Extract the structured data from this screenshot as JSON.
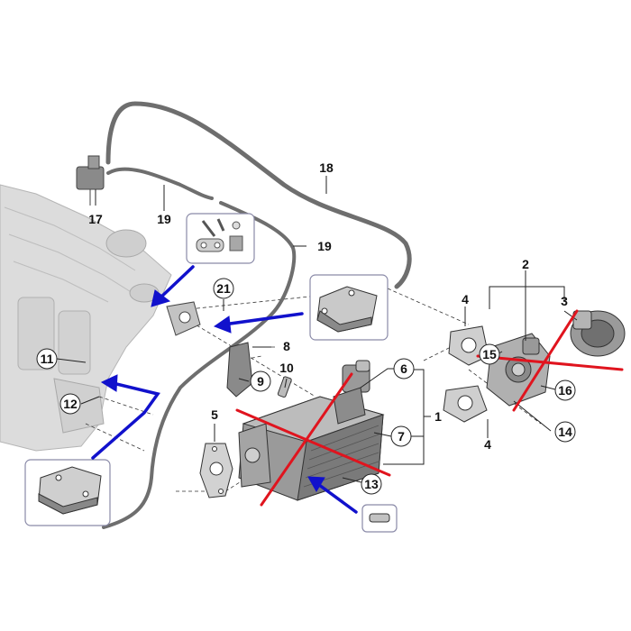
{
  "callouts": {
    "c1": "1",
    "c2": "2",
    "c3": "3",
    "c4a": "4",
    "c4b": "4",
    "c5": "5",
    "c6": "6",
    "c7": "7",
    "c8": "8",
    "c9": "9",
    "c10": "10",
    "c11": "11",
    "c12": "12",
    "c13": "13",
    "c14": "14",
    "c15": "15",
    "c16": "16",
    "c17": "17",
    "c18": "18",
    "c19a": "19",
    "c19b": "19",
    "c21": "21"
  },
  "colors": {
    "line": "#222222",
    "part_fill": "#c8c8c8",
    "part_dark": "#7d7d7d",
    "engine_fill": "#dcdcdc",
    "red_cross": "#e0141e",
    "blue_arrow": "#1111cc",
    "inset_border": "#8a8aa8"
  }
}
